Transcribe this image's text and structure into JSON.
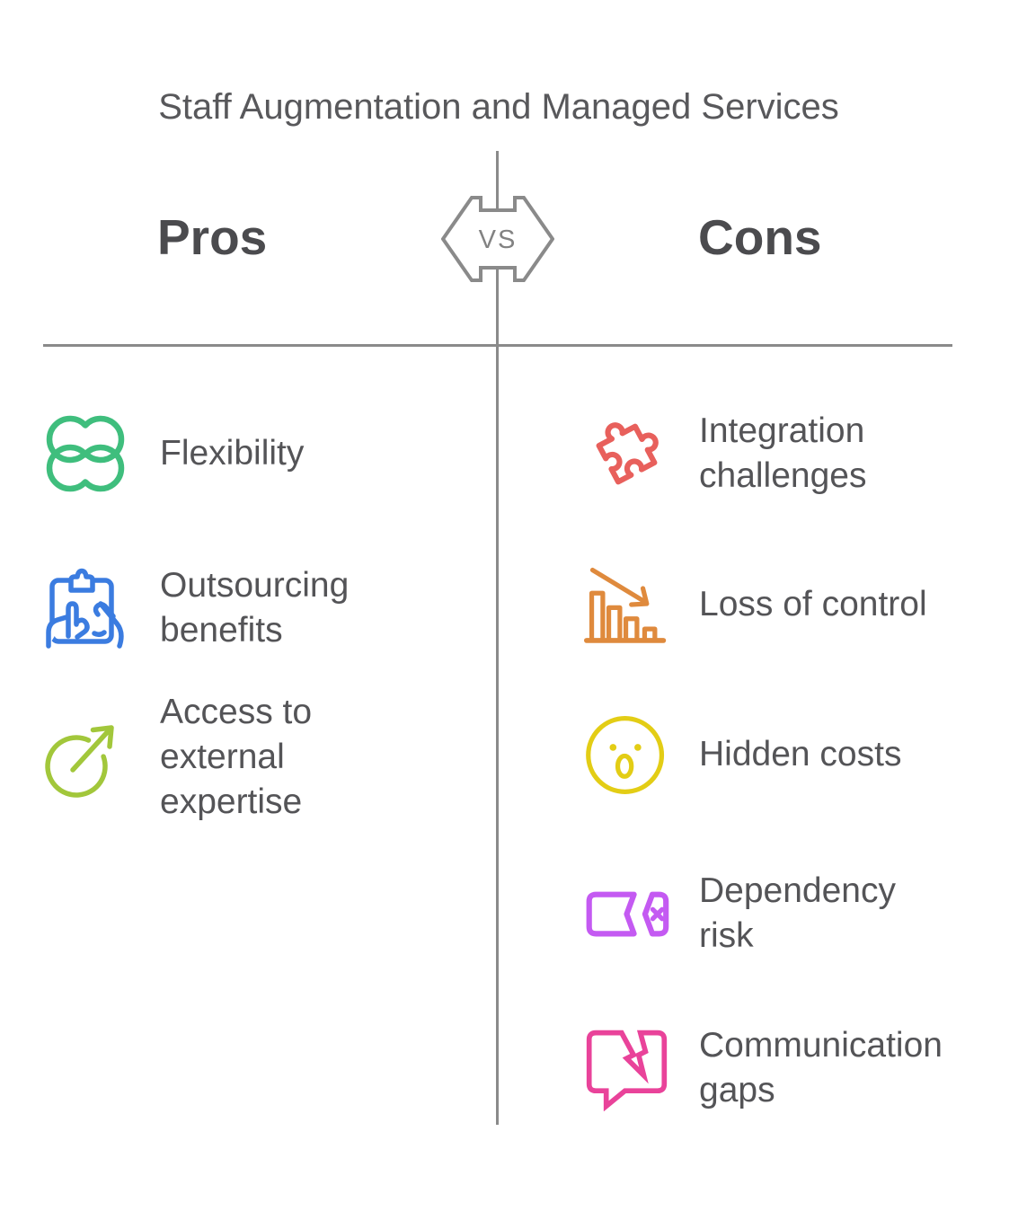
{
  "title": "Staff Augmentation and Managed Services",
  "vs_badge": {
    "label": "VS",
    "color": "#828282",
    "outline": "#8A8A8A"
  },
  "divider_color": "#8A8A8A",
  "pros": {
    "heading": "Pros",
    "items": [
      {
        "label": "Flexibility",
        "icon": "linked-loops-icon",
        "color": "#3FBE7D"
      },
      {
        "label": "Outsourcing benefits",
        "icon": "clipboard-hands-icon",
        "color": "#3B7CE0"
      },
      {
        "label": "Access to external expertise",
        "icon": "arrow-out-circle-icon",
        "color": "#A2C73B"
      }
    ]
  },
  "cons": {
    "heading": "Cons",
    "items": [
      {
        "label": "Integration challenges",
        "icon": "puzzle-piece-icon",
        "color": "#E8605C"
      },
      {
        "label": "Loss of control",
        "icon": "declining-bar-chart-icon",
        "color": "#DF8A3D"
      },
      {
        "label": "Hidden costs",
        "icon": "surprised-face-icon",
        "color": "#E3CD15"
      },
      {
        "label": "Dependency risk",
        "icon": "broken-card-icon",
        "color": "#C45AF2"
      },
      {
        "label": "Communication gaps",
        "icon": "broken-speech-bubble-icon",
        "color": "#E9439A"
      }
    ]
  }
}
